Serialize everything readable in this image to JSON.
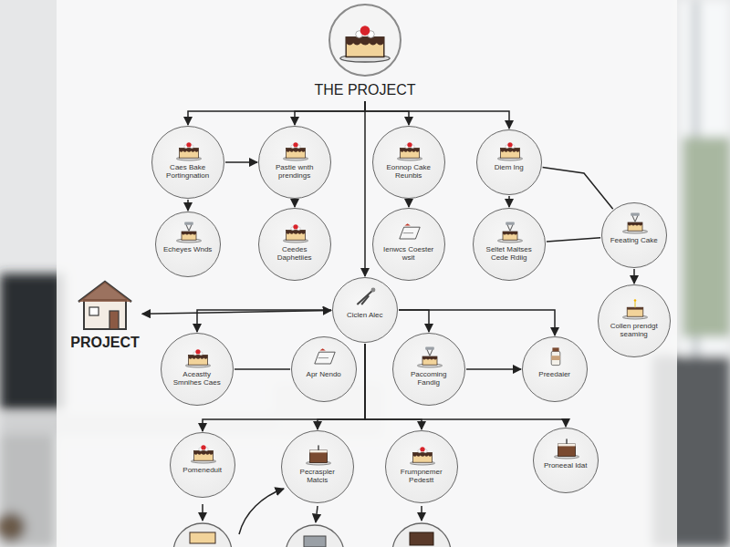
{
  "diagram": {
    "nodes": [
      {
        "text": [
          "THE PROJECT"
        ]
      },
      {
        "text": [
          "Caes Bake Portingnation"
        ]
      },
      {
        "text": [
          "Pastie wnth prendings"
        ]
      },
      {
        "text": [
          "Eonnop Cake Reunbis"
        ]
      },
      {
        "text": [
          "Diem Ing"
        ]
      },
      {
        "text": [
          "Echeyes Wnds"
        ]
      },
      {
        "text": [
          "Ceedes Daphetiies"
        ]
      },
      {
        "text": [
          "Ienwcs Coester wsit"
        ]
      },
      {
        "text": [
          "Seltet Maltses Cede Rdiig"
        ]
      },
      {
        "text": [
          "Feeating Cake"
        ]
      },
      {
        "text": [
          "PROJECT"
        ]
      },
      {
        "text": [
          "Ciclen Alec"
        ]
      },
      {
        "text": [
          "Collen prendgt seaming"
        ]
      },
      {
        "text": [
          "Aceastty Smnihes Caes"
        ]
      },
      {
        "text": [
          "Apr Nendo"
        ]
      },
      {
        "text": [
          "Paccoming Fandig"
        ]
      },
      {
        "text": [
          "Preedaier"
        ]
      },
      {
        "text": [
          "Pomeneduit"
        ]
      },
      {
        "text": [
          "Pecraspler Matcis"
        ]
      },
      {
        "text": [
          "Frumpnemer Pedestt"
        ]
      },
      {
        "text": [
          "Proneeal Idat"
        ]
      }
    ],
    "edges": [
      {
        "from": 0,
        "to": 1,
        "arrow": "to"
      },
      {
        "from": 0,
        "to": 2,
        "arrow": "to"
      },
      {
        "from": 0,
        "to": 3,
        "arrow": "to"
      },
      {
        "from": 0,
        "to": 4,
        "arrow": "to"
      },
      {
        "from": 0,
        "to": 11,
        "arrow": "to"
      },
      {
        "from": 1,
        "to": 2,
        "arrow": "to"
      },
      {
        "from": 1,
        "to": 5,
        "arrow": "to"
      },
      {
        "from": 2,
        "to": 6,
        "arrow": "to"
      },
      {
        "from": 3,
        "to": 7,
        "arrow": "to"
      },
      {
        "from": 4,
        "to": 8,
        "arrow": "to"
      },
      {
        "from": 4,
        "to": 9,
        "arrow": "none"
      },
      {
        "from": 8,
        "to": 9,
        "arrow": "none"
      },
      {
        "from": 9,
        "to": 12,
        "arrow": "to"
      },
      {
        "from": 10,
        "to": 11,
        "arrow": "both"
      },
      {
        "from": 11,
        "to": 13,
        "arrow": "to"
      },
      {
        "from": 11,
        "to": 15,
        "arrow": "to"
      },
      {
        "from": 11,
        "to": 16,
        "arrow": "to"
      },
      {
        "from": 13,
        "to": 14,
        "arrow": "none"
      },
      {
        "from": 15,
        "to": 16,
        "arrow": "to"
      },
      {
        "from": 11,
        "to": 17,
        "arrow": "to"
      },
      {
        "from": 11,
        "to": 18,
        "arrow": "to"
      },
      {
        "from": 11,
        "to": 19,
        "arrow": "to"
      },
      {
        "from": 11,
        "to": 20,
        "arrow": "to"
      }
    ]
  }
}
